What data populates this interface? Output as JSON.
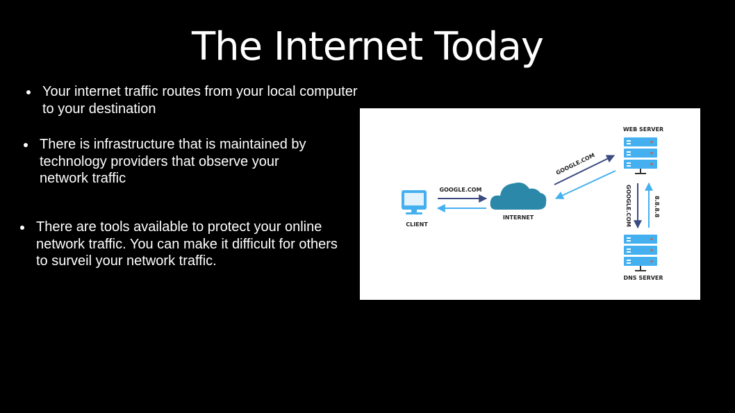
{
  "slide": {
    "title": "The Internet Today",
    "bullets": [
      "Your internet traffic routes from your local computer to your destination",
      "There is infrastructure that is maintained by technology providers that observe your network traffic",
      "There are tools available to protect your online network traffic. You can make it difficult  for others to surveil your network traffic."
    ]
  },
  "diagram": {
    "labels": {
      "client": "CLIENT",
      "internet": "INTERNET",
      "web_server": "WEB SERVER",
      "dns_server": "DNS SERVER",
      "client_to_internet": "GOOGLE.COM",
      "internet_to_web": "GOOGLE.COM",
      "web_to_dns": "GOOGLE.COM",
      "dns_to_web": "8.8.8.8"
    },
    "colors": {
      "light_blue": "#45b0f0",
      "dark_blue": "#3b4a80",
      "cloud": "#2b88a8",
      "server_led": "#e05a3c"
    }
  }
}
